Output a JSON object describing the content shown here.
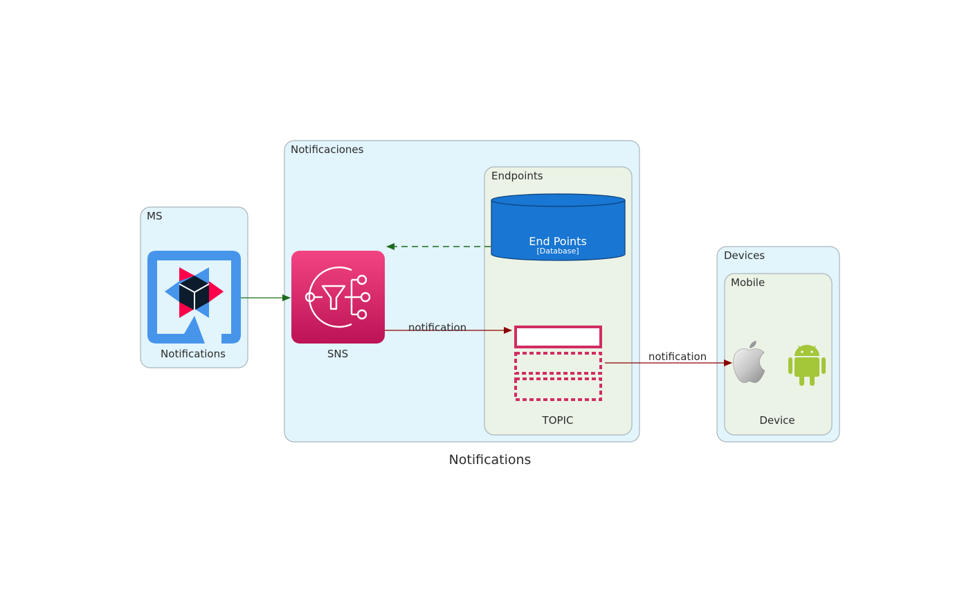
{
  "graph": {
    "title": "Notifications"
  },
  "clusters": {
    "ms": {
      "label": "MS"
    },
    "notificaciones": {
      "label": "Notificaciones"
    },
    "endpoints": {
      "label": "Endpoints"
    },
    "devices": {
      "label": "Devices"
    },
    "mobile": {
      "label": "Mobile"
    }
  },
  "nodes": {
    "notifications_service": {
      "label": "Notifications",
      "icon": "quarkus-icon"
    },
    "sns": {
      "label": "SNS",
      "icon": "aws-sns-icon"
    },
    "endpoints_db": {
      "label": "End Points",
      "type_label": "[Database]",
      "color": "#1976d2"
    },
    "topic": {
      "label": "TOPIC",
      "icon": "topic-queue-icon",
      "color": "#d12c62"
    },
    "device": {
      "label": "Device",
      "icons": [
        "apple-icon",
        "android-icon"
      ]
    }
  },
  "edges": [
    {
      "from": "notifications_service",
      "to": "sns",
      "label": "",
      "color": "#1b6b1b",
      "style": "solid"
    },
    {
      "from": "endpoints_db",
      "to": "sns",
      "label": "",
      "color": "#1b6b1b",
      "style": "dashed"
    },
    {
      "from": "sns",
      "to": "topic",
      "label": "notification",
      "color": "#8b0000",
      "style": "solid"
    },
    {
      "from": "topic",
      "to": "device",
      "label": "notification",
      "color": "#8b0000",
      "style": "solid"
    }
  ],
  "colors": {
    "cluster_outer_fill": "#e2f4fc",
    "cluster_inner_fill": "#ebf3e6",
    "cluster_border": "#a9b4bb",
    "sns_gradient_top": "#f34482",
    "sns_gradient_bottom": "#bc1356",
    "quarkus_blue": "#4695eb",
    "quarkus_red": "#ff004a",
    "quarkus_dark": "#0d1c2c",
    "android_green": "#a4c639"
  }
}
